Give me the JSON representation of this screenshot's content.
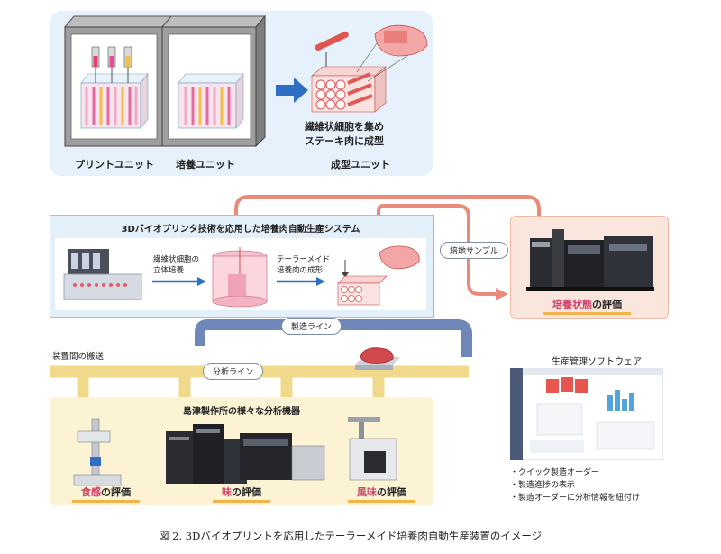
{
  "units": {
    "print_label": "プリントユニット",
    "culture_label": "培養ユニット",
    "shaping_label": "成型ユニット",
    "shaping_desc_line1": "繊維状細胞を集め",
    "shaping_desc_line2": "ステーキ肉に成型"
  },
  "system": {
    "title": "3Dバイオプリンタ技術を応用した培養肉自動生産システム",
    "step1_line1": "繊維状細胞の",
    "step1_line2": "立体培養",
    "step2_line1": "テーラーメイド",
    "step2_line2": "培養肉の成形"
  },
  "sample_label": "培地サンプル",
  "culture_eval": {
    "accent": "培養状態",
    "suffix": "の評価"
  },
  "lines": {
    "production": "製造ライン",
    "analysis": "分析ライン",
    "transport": "装置間の搬送"
  },
  "instruments": {
    "title": "島津製作所の様々な分析機器",
    "texture": {
      "accent": "食感",
      "suffix": "の評価"
    },
    "taste": {
      "accent": "味",
      "suffix": "の評価"
    },
    "flavor": {
      "accent": "風味",
      "suffix": "の評価"
    }
  },
  "software": {
    "title": "生産管理ソフトウェア",
    "bullets": [
      "・クイック製造オーダー",
      "・製造進捗の表示",
      "・製造オーダーに分析情報を紐付け"
    ]
  },
  "caption": "図 2. 3Dバイオプリントを応用したテーラーメイド培養肉自動生産装置のイメージ",
  "colors": {
    "accent": "#d43f6a",
    "arrow_blue": "#2d6fc4",
    "loop_pink": "#e98a7a",
    "track_blue": "#6e86b8",
    "track_yellow": "#f0d98a"
  }
}
